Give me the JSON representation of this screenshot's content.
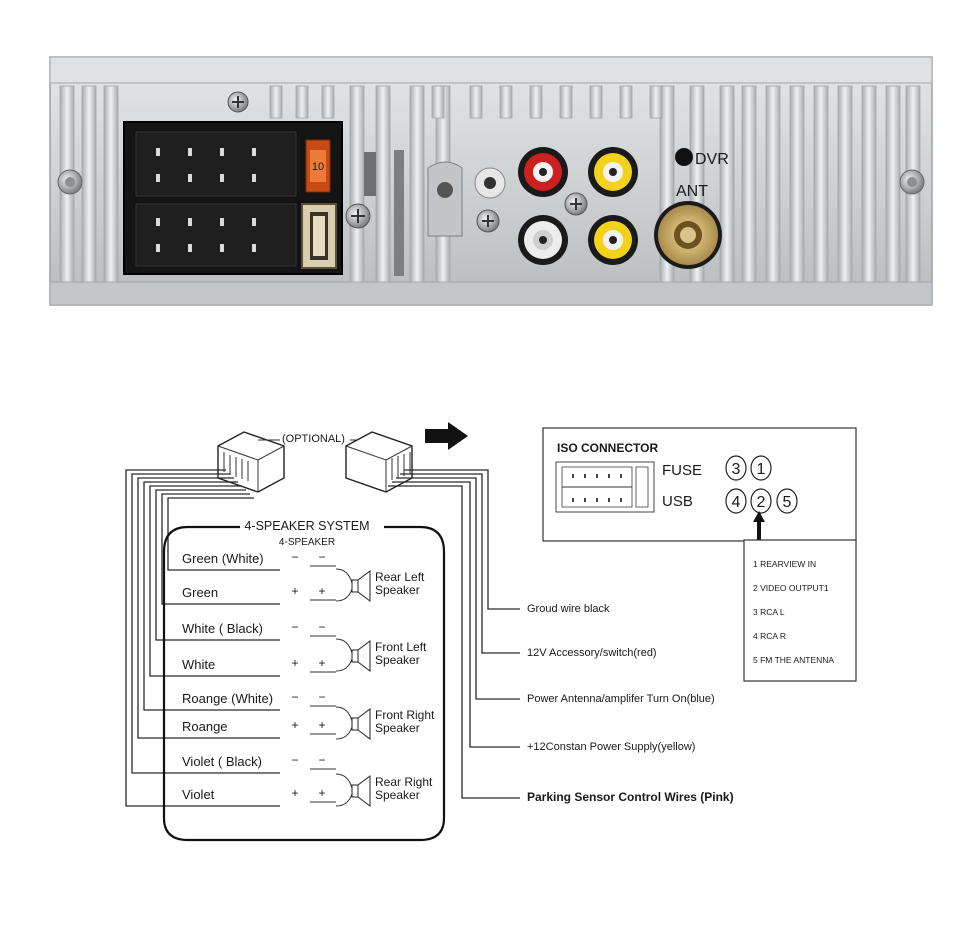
{
  "device": {
    "labels": {
      "dvr": "DVR",
      "ant": "ANT",
      "fuse_text": "10"
    }
  },
  "diagram": {
    "optional_label": "(OPTIONAL)",
    "speaker_system_title": "4-SPEAKER SYSTEM",
    "speaker_system_subtitle": "4-SPEAKER",
    "wires": [
      {
        "label": "Green  (White)",
        "polarity": "−"
      },
      {
        "label": "Green",
        "polarity": "+"
      },
      {
        "label": "White  ( Black)",
        "polarity": "−"
      },
      {
        "label": "White",
        "polarity": "+"
      },
      {
        "label": "Roange (White)",
        "polarity": "−"
      },
      {
        "label": "Roange",
        "polarity": "+"
      },
      {
        "label": "Violet ( Black)",
        "polarity": "−"
      },
      {
        "label": "Violet",
        "polarity": "+"
      }
    ],
    "speakers": [
      {
        "line1": "Rear Left",
        "line2": "Speaker"
      },
      {
        "line1": "Front Left",
        "line2": "Speaker"
      },
      {
        "line1": "Front Right",
        "line2": "Speaker"
      },
      {
        "line1": "Rear Right",
        "line2": "Speaker"
      }
    ],
    "right_wires": [
      "Groud wire black",
      "12V Accessory/switch(red)",
      "Power Antenna/amplifer Turn On(blue)",
      "+12Constan Power Supply(yellow)",
      "Parking Sensor Control Wires (Pink)"
    ],
    "iso": {
      "title": "ISO CONNECTOR",
      "fuse_label": "FUSE",
      "usb_label": "USB",
      "fuse_numbers": [
        "3",
        "1"
      ],
      "usb_numbers": [
        "4",
        "2",
        "5"
      ],
      "legend": [
        "1 REARVIEW IN",
        "2 VIDEO OUTPUT1",
        "3 RCA L",
        "4 RCA R",
        "5 FM THE ANTENNA"
      ]
    }
  }
}
